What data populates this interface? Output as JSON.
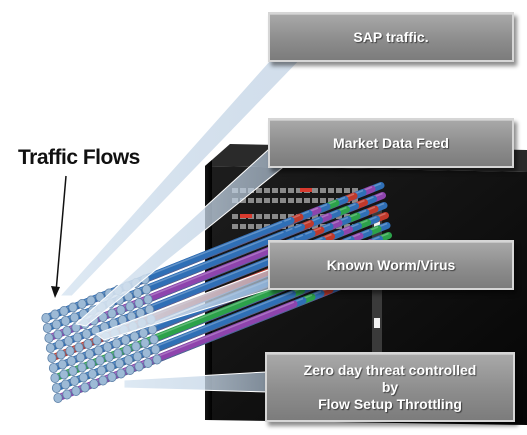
{
  "diagram": {
    "flows_label": "Traffic Flows",
    "callouts": [
      {
        "id": "sap",
        "lines": [
          "SAP traffic."
        ]
      },
      {
        "id": "market",
        "lines": [
          "Market Data Feed"
        ]
      },
      {
        "id": "worm",
        "lines": [
          "Known Worm/Virus"
        ]
      },
      {
        "id": "zeroday",
        "lines": [
          "Zero day threat controlled",
          "by",
          "Flow Setup Throttling"
        ]
      }
    ],
    "colors": {
      "callout_fill": "#8d8d8d",
      "beam": "#cfe0ee",
      "switch_chassis": "#0c0c0c",
      "pipe_blue": "#2f6fb6",
      "pipe_red": "#c0392b",
      "pipe_purple": "#8e44ad",
      "pipe_green": "#2ca24a"
    }
  }
}
